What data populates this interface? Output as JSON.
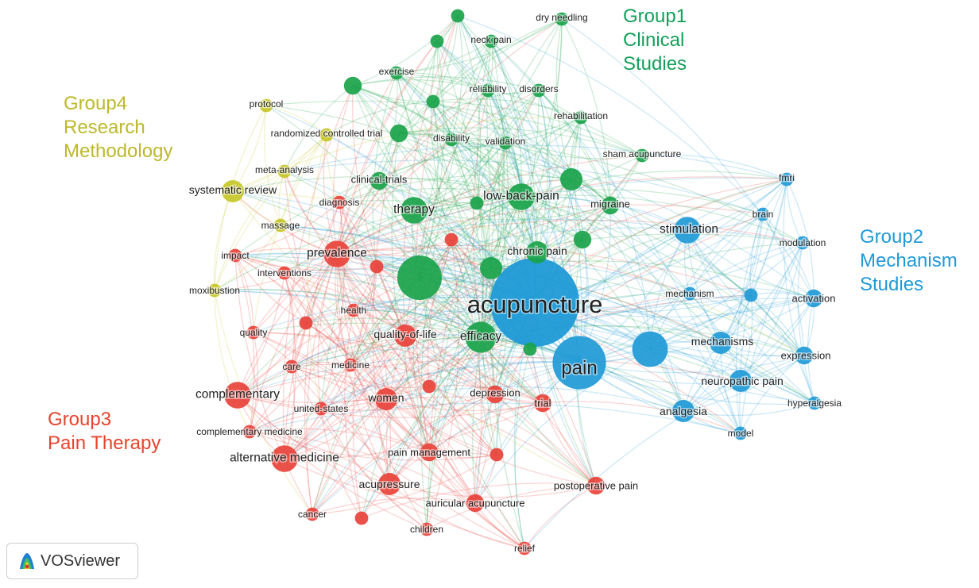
{
  "colors": {
    "group1": "#1aa34a",
    "group2": "#1f9ad6",
    "group3": "#e8423a",
    "group4": "#c7c528",
    "group1_text": "#13a05a",
    "group2_text": "#1f9ad6",
    "group3_text": "#e8432d",
    "group4_text": "#bdb92a",
    "node_label": "#222222"
  },
  "cluster_labels": {
    "group1": [
      "Group1",
      "Clinical",
      "Studies"
    ],
    "group2": [
      "Group2",
      "Mechanism",
      "Studies"
    ],
    "group3": [
      "Group3",
      "Pain Therapy"
    ],
    "group4": [
      "Group4",
      "Research",
      "Methodology"
    ]
  },
  "logo": {
    "text": "VOSviewer",
    "icon": "vosviewer-logo-icon"
  },
  "nodes": [
    {
      "label": "acupuncture",
      "group": "group2",
      "weight": 10
    },
    {
      "label": "pain",
      "group": "group2",
      "weight": 6
    },
    {
      "label": "stimulation",
      "group": "group2",
      "weight": 3
    },
    {
      "label": "mechanisms",
      "group": "group2",
      "weight": 2.5
    },
    {
      "label": "neuropathic pain",
      "group": "group2",
      "weight": 2.5
    },
    {
      "label": "analgesia",
      "group": "group2",
      "weight": 2.5
    },
    {
      "label": "expression",
      "group": "group2",
      "weight": 2
    },
    {
      "label": "activation",
      "group": "group2",
      "weight": 2
    },
    {
      "label": "fmri",
      "group": "group2",
      "weight": 1.5
    },
    {
      "label": "brain",
      "group": "group2",
      "weight": 1.5
    },
    {
      "label": "modulation",
      "group": "group2",
      "weight": 1.5
    },
    {
      "label": "mechanism",
      "group": "group2",
      "weight": 1.5
    },
    {
      "label": "hyperalgesia",
      "group": "group2",
      "weight": 1.5
    },
    {
      "label": "model",
      "group": "group2",
      "weight": 1.5
    },
    {
      "label": "",
      "group": "group2",
      "weight": 4
    },
    {
      "label": "",
      "group": "group2",
      "weight": 1.5
    },
    {
      "label": "low-back-pain",
      "group": "group1",
      "weight": 3
    },
    {
      "label": "therapy",
      "group": "group1",
      "weight": 3
    },
    {
      "label": "chronic pain",
      "group": "group1",
      "weight": 2.5
    },
    {
      "label": "efficacy",
      "group": "group1",
      "weight": 3.5
    },
    {
      "label": "migraine",
      "group": "group1",
      "weight": 2
    },
    {
      "label": "clinical-trials",
      "group": "group1",
      "weight": 2
    },
    {
      "label": "disability",
      "group": "group1",
      "weight": 1.5
    },
    {
      "label": "validation",
      "group": "group1",
      "weight": 1.5
    },
    {
      "label": "reliability",
      "group": "group1",
      "weight": 1.5
    },
    {
      "label": "disorders",
      "group": "group1",
      "weight": 1.5
    },
    {
      "label": "rehabilitation",
      "group": "group1",
      "weight": 1.5
    },
    {
      "label": "sham acupuncture",
      "group": "group1",
      "weight": 1.5
    },
    {
      "label": "exercise",
      "group": "group1",
      "weight": 1.5
    },
    {
      "label": "neck pain",
      "group": "group1",
      "weight": 1.5
    },
    {
      "label": "dry needling",
      "group": "group1",
      "weight": 1.5
    },
    {
      "label": "",
      "group": "group1",
      "weight": 5
    },
    {
      "label": "",
      "group": "group1",
      "weight": 2.5
    },
    {
      "label": "",
      "group": "group1",
      "weight": 2.5
    },
    {
      "label": "",
      "group": "group1",
      "weight": 2
    },
    {
      "label": "",
      "group": "group1",
      "weight": 2
    },
    {
      "label": "",
      "group": "group1",
      "weight": 2
    },
    {
      "label": "",
      "group": "group1",
      "weight": 1.5
    },
    {
      "label": "",
      "group": "group1",
      "weight": 1.5
    },
    {
      "label": "",
      "group": "group1",
      "weight": 1.5
    },
    {
      "label": "",
      "group": "group1",
      "weight": 1.5
    },
    {
      "label": "",
      "group": "group1",
      "weight": 1.5
    },
    {
      "label": "systematic review",
      "group": "group4",
      "weight": 2.5
    },
    {
      "label": "meta-analysis",
      "group": "group4",
      "weight": 1.5
    },
    {
      "label": "randomized controlled trial",
      "group": "group4",
      "weight": 1.5
    },
    {
      "label": "protocol",
      "group": "group4",
      "weight": 1.5
    },
    {
      "label": "moxibustion",
      "group": "group4",
      "weight": 1.5
    },
    {
      "label": "massage",
      "group": "group4",
      "weight": 1.5
    },
    {
      "label": "prevalence",
      "group": "group3",
      "weight": 3
    },
    {
      "label": "complementary",
      "group": "group3",
      "weight": 3
    },
    {
      "label": "alternative medicine",
      "group": "group3",
      "weight": 3
    },
    {
      "label": "quality-of-life",
      "group": "group3",
      "weight": 2.5
    },
    {
      "label": "women",
      "group": "group3",
      "weight": 2.5
    },
    {
      "label": "depression",
      "group": "group3",
      "weight": 2
    },
    {
      "label": "trial",
      "group": "group3",
      "weight": 2
    },
    {
      "label": "pain management",
      "group": "group3",
      "weight": 2
    },
    {
      "label": "acupressure",
      "group": "group3",
      "weight": 2.5
    },
    {
      "label": "auricular acupuncture",
      "group": "group3",
      "weight": 2
    },
    {
      "label": "postoperative pain",
      "group": "group3",
      "weight": 2
    },
    {
      "label": "complementary medicine",
      "group": "group3",
      "weight": 1.5
    },
    {
      "label": "united-states",
      "group": "group3",
      "weight": 1.5
    },
    {
      "label": "medicine",
      "group": "group3",
      "weight": 1.5
    },
    {
      "label": "care",
      "group": "group3",
      "weight": 1.5
    },
    {
      "label": "quality",
      "group": "group3",
      "weight": 1.5
    },
    {
      "label": "health",
      "group": "group3",
      "weight": 1.5
    },
    {
      "label": "interventions",
      "group": "group3",
      "weight": 1.5
    },
    {
      "label": "impact",
      "group": "group3",
      "weight": 1.5
    },
    {
      "label": "diagnosis",
      "group": "group3",
      "weight": 1.5
    },
    {
      "label": "cancer",
      "group": "group3",
      "weight": 1.5
    },
    {
      "label": "children",
      "group": "group3",
      "weight": 1.5
    },
    {
      "label": "relief",
      "group": "group3",
      "weight": 1.5
    },
    {
      "label": "",
      "group": "group3",
      "weight": 1.5
    },
    {
      "label": "",
      "group": "group3",
      "weight": 1.5
    },
    {
      "label": "",
      "group": "group3",
      "weight": 1.5
    },
    {
      "label": "",
      "group": "group3",
      "weight": 1.5
    },
    {
      "label": "",
      "group": "group3",
      "weight": 1.5
    },
    {
      "label": "",
      "group": "group3",
      "weight": 1.5
    }
  ]
}
